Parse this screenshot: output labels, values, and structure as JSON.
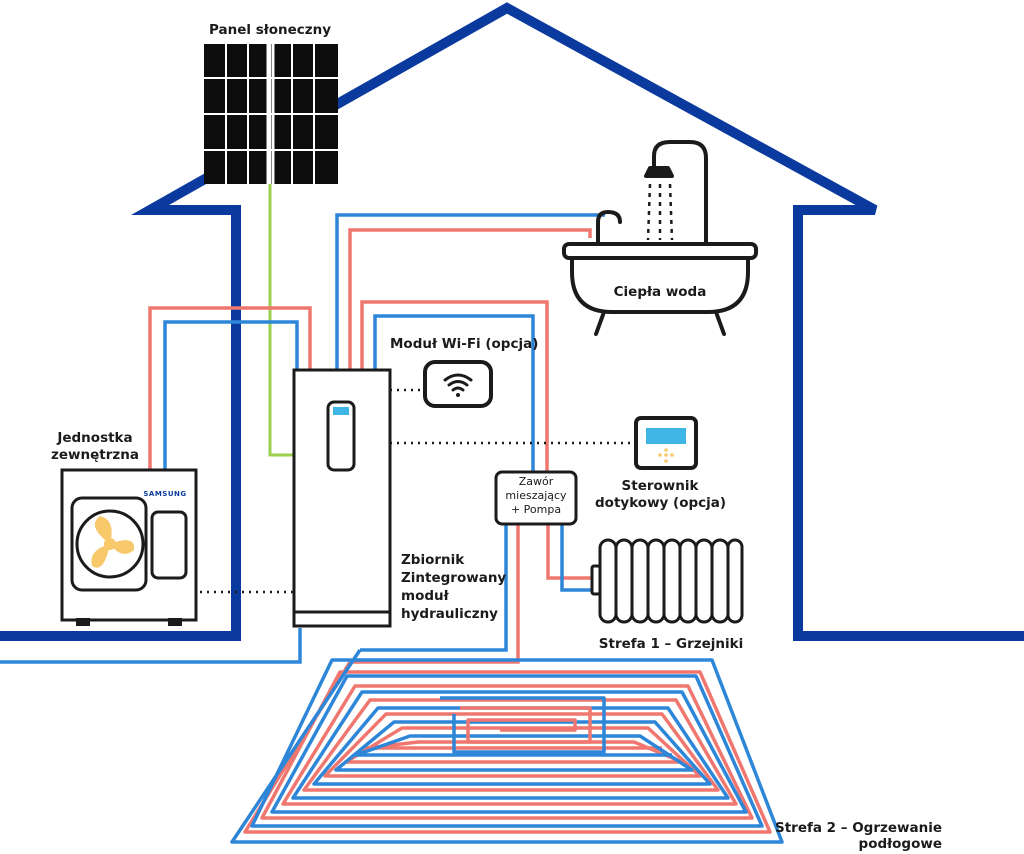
{
  "labels": {
    "solar_panel": "Panel słoneczny",
    "hot_water": "Ciepła woda",
    "wifi_module": "Moduł Wi-Fi (opcja)",
    "outdoor_unit_line1": "Jednostka",
    "outdoor_unit_line2": "zewnętrzna",
    "outdoor_unit_brand": "SAMSUNG",
    "mixing_valve_line1": "Zawór",
    "mixing_valve_line2": "mieszający",
    "mixing_valve_line3": "+ Pompa",
    "controller_line1": "Sterownik",
    "controller_line2": "dotykowy (opcja)",
    "tank_line1": "Zbiornik",
    "tank_line2": "Zintegrowany",
    "tank_line3": "moduł",
    "tank_line4": "hydrauliczny",
    "zone1": "Strefa 1 – Grzejniki",
    "zone2_line1": "Strefa 2 – Ogrzewanie",
    "zone2_line2": "podłogowe"
  },
  "colors": {
    "house_outline": "#0b3a9e",
    "hot_pipe": "#f0776f",
    "cold_pipe": "#2e86d8",
    "solar_wire": "#9bcf4f",
    "fan": "#f7c96a",
    "screen": "#3fb6e6",
    "line": "#1b1b1b"
  }
}
